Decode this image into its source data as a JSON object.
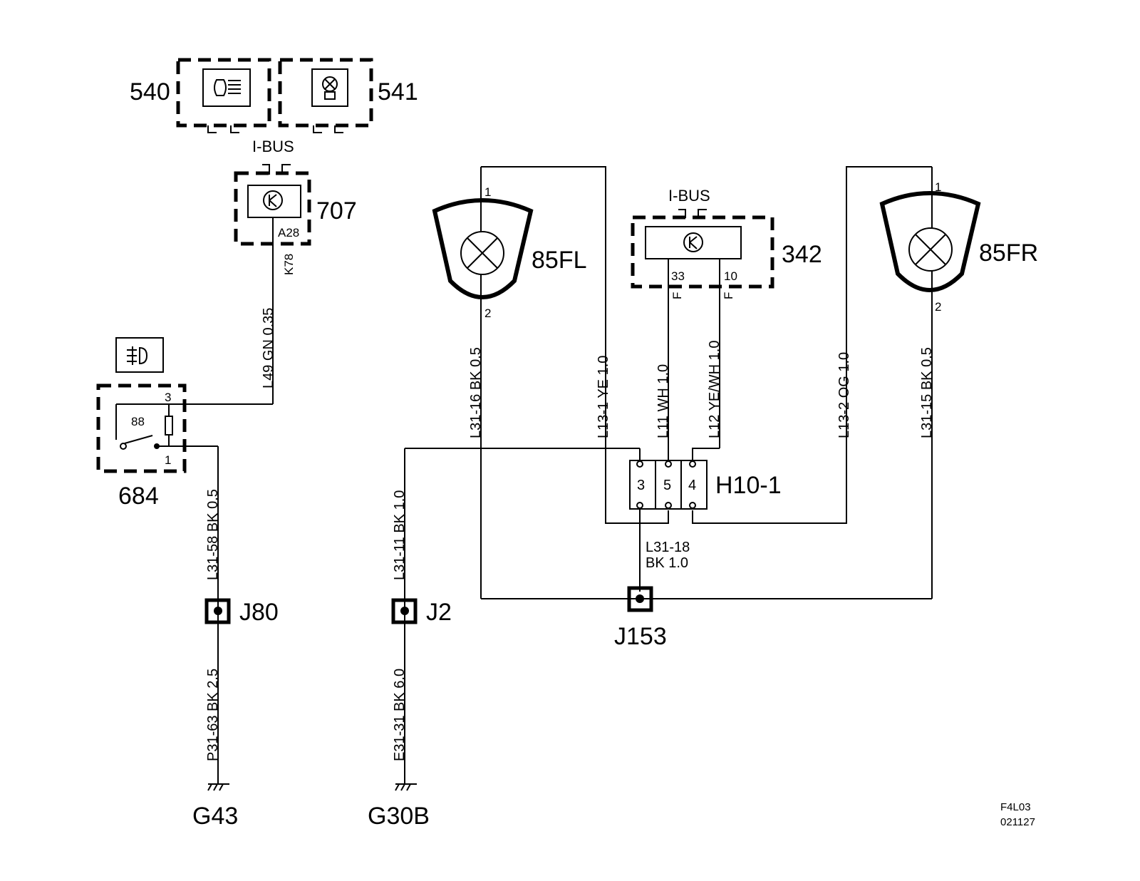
{
  "components": {
    "c540": "540",
    "c541": "541",
    "c707": "707",
    "c684": "684",
    "c85fl": "85FL",
    "c85fr": "85FR",
    "c342": "342",
    "h10": "H10-1"
  },
  "ibus_707": "I-BUS",
  "ibus_342": "I-BUS",
  "pins": {
    "p707": "A28",
    "k78": "K78",
    "p684_3": "3",
    "p684_1": "1",
    "p684_88": "88",
    "fl_1": "1",
    "fl_2": "2",
    "fr_1": "1",
    "fr_2": "2",
    "p342_33": "33",
    "p342_10": "10",
    "f_a": "F",
    "f_b": "F",
    "h3": "3",
    "h5": "5",
    "h4": "4"
  },
  "wires": {
    "l49": "L49  GN  0.35",
    "l31_58": "L31-58  BK  0.5",
    "p31_63": "P31-63  BK  2.5",
    "l31_11": "L31-11  BK  1.0",
    "e31_31": "E31-31  BK  6.0",
    "l31_16": "L31-16  BK  0.5",
    "l13_1": "L13-1  YE  1.0",
    "l11": "L11  WH  1.0",
    "l12": "L12  YE/WH  1.0",
    "l13_2": "L13-2  OG  1.0",
    "l31_15": "L31-15  BK  0.5",
    "l31_18_a": "L31-18",
    "l31_18_b": "BK     1.0"
  },
  "junctions": {
    "j80": "J80",
    "j2": "J2",
    "j153": "J153"
  },
  "grounds": {
    "g43": "G43",
    "g30b": "G30B"
  },
  "footer": {
    "code": "F4L03",
    "date": "021127"
  },
  "icons": [
    "headlight-switch-icon",
    "dome-light-icon",
    "fog-light-icon",
    "module-icon",
    "bulb-icon",
    "ground-icon"
  ]
}
